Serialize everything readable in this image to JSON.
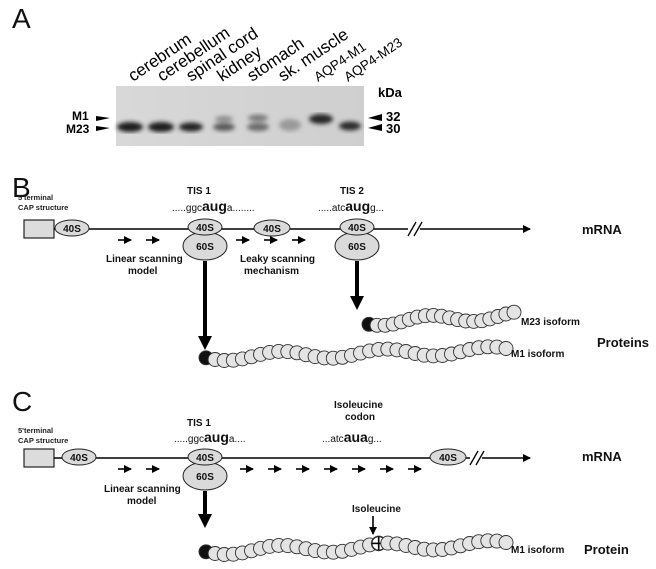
{
  "panel_a": {
    "letter": "A",
    "lanes": [
      "cerebrum",
      "cerebellum",
      "spinal cord",
      "kidney",
      "stomach",
      "sk. muscle"
    ],
    "lanes_small": [
      "AQP4-M1",
      "AQP4-M23"
    ],
    "band_left_top": "M1",
    "band_left_bottom": "M23",
    "kda_label": "kDa",
    "kda_top": "32",
    "kda_bottom": "30"
  },
  "panel_b": {
    "letter": "B",
    "cap_line1": "5'terminal",
    "cap_line2": "CAP structure",
    "small_subunit": "40S",
    "large_subunit": "60S",
    "tis1_label": "TIS 1",
    "tis1_pre": ".....ggc",
    "tis1_codon": "aug",
    "tis1_post": "a........",
    "tis2_label": "TIS 2",
    "tis2_pre": ".....atc",
    "tis2_codon": "aug",
    "tis2_post": "g...",
    "linear_line1": "Linear scanning",
    "linear_line2": "model",
    "leaky_line1": "Leaky scanning",
    "leaky_line2": "mechanism",
    "mrna_label": "mRNA",
    "m23_label": "M23 isoform",
    "m1_label": "M1  isoform",
    "proteins_label": "Proteins"
  },
  "panel_c": {
    "letter": "C",
    "cap_line1": "5'terminal",
    "cap_line2": "CAP structure",
    "small_subunit": "40S",
    "large_subunit": "60S",
    "tis1_label": "TIS 1",
    "tis1_pre": ".....ggc",
    "tis1_codon": "aug",
    "tis1_post": "a....",
    "ile_line1": "Isoleucine",
    "ile_line2": "codon",
    "ile_pre": "...atc",
    "ile_codon": "aua",
    "ile_post": "g...",
    "linear_line1": "Linear scanning",
    "linear_line2": "model",
    "mrna_label": "mRNA",
    "isoleucine_label": "Isoleucine",
    "m1_label": "M1  isoform",
    "protein_label": "Protein"
  }
}
